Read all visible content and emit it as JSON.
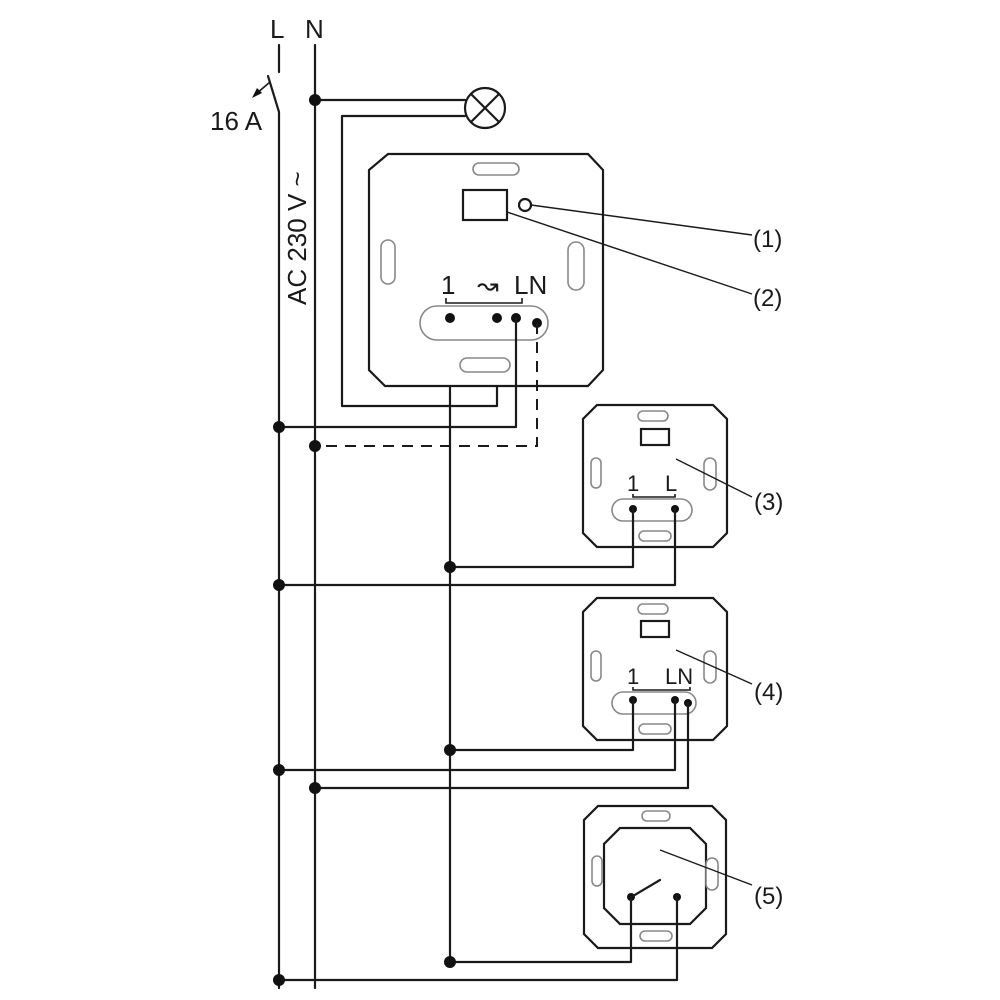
{
  "supply": {
    "line_label": "L",
    "neutral_label": "N",
    "breaker_rating": "16 A",
    "voltage_label": "AC 230 V ~"
  },
  "main_insert": {
    "terminal_1": "1",
    "terminal_dimmer_symbol": "↝",
    "terminal_LN": "LN"
  },
  "extension_3": {
    "terminal_1": "1",
    "terminal_L": "L"
  },
  "extension_4": {
    "terminal_1": "1",
    "terminal_LN": "LN"
  },
  "callouts": {
    "c1": "(1)",
    "c2": "(2)",
    "c3": "(3)",
    "c4": "(4)",
    "c5": "(5)"
  }
}
